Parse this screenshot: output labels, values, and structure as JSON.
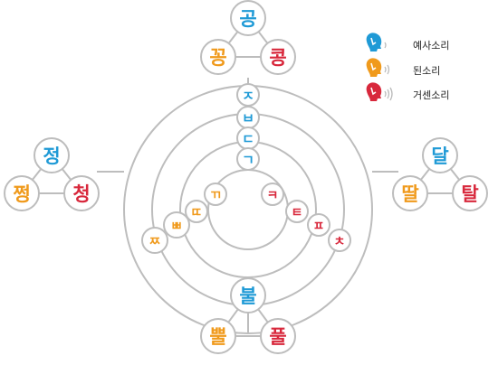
{
  "colors": {
    "plain": "#1f9ad6",
    "tense": "#f09a1c",
    "aspirated": "#d8283c",
    "ring": "#bdbdbd",
    "dark": "#1a1a1a"
  },
  "legend": [
    {
      "label": "예사소리",
      "color": "#1f9ad6",
      "icon": "speaker-head-quiet-icon"
    },
    {
      "label": "된소리",
      "color": "#f09a1c",
      "icon": "speaker-head-medium-icon"
    },
    {
      "label": "거센소리",
      "color": "#d8283c",
      "icon": "speaker-head-loud-icon"
    }
  ],
  "center": {
    "plain": [
      "ㅈ",
      "ㅂ",
      "ㄷ",
      "ㄱ"
    ],
    "tense": [
      "ㄲ",
      "ㄸ",
      "ㅃ",
      "ㅉ"
    ],
    "aspirated": [
      "ㅋ",
      "ㅌ",
      "ㅍ",
      "ㅊ"
    ]
  },
  "triads": {
    "top": {
      "plain": "공",
      "tense": "꽁",
      "aspirated": "콩"
    },
    "left": {
      "plain": "정",
      "tense": "쩡",
      "aspirated": "청"
    },
    "right": {
      "plain": "달",
      "tense": "딸",
      "aspirated": "탈"
    },
    "bottom": {
      "plain": "불",
      "tense": "뿔",
      "aspirated": "풀"
    }
  }
}
